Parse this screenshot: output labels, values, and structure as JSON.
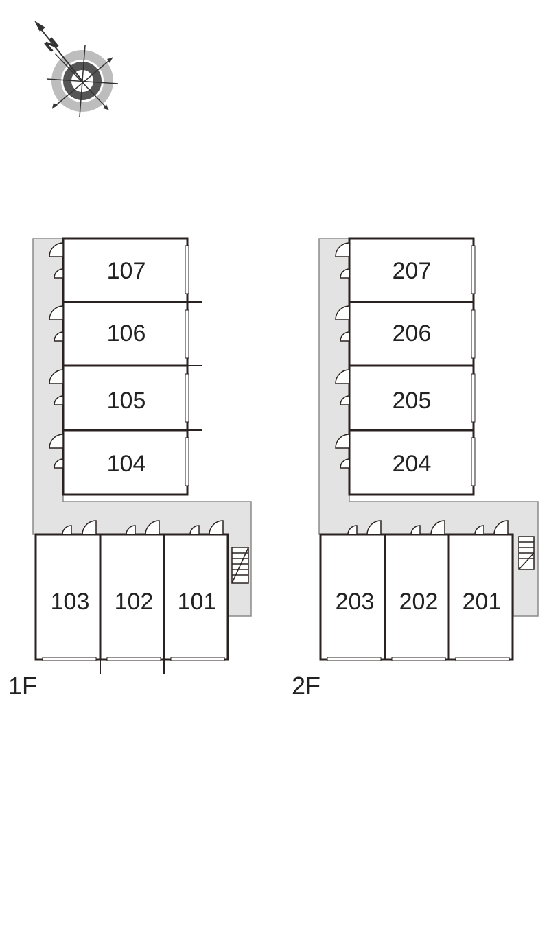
{
  "compass": {
    "north_label": "N",
    "icon": "compass-rose-icon"
  },
  "floors": [
    {
      "id": "1f",
      "label": "1F",
      "upper_rooms": [
        "107",
        "106",
        "105",
        "104"
      ],
      "lower_rooms": [
        "103",
        "102",
        "101"
      ]
    },
    {
      "id": "2f",
      "label": "2F",
      "upper_rooms": [
        "207",
        "206",
        "205",
        "204"
      ],
      "lower_rooms": [
        "203",
        "202",
        "201"
      ]
    }
  ],
  "colors": {
    "wall": "#2a2220",
    "corridor": "#e3e3e3",
    "corridor_edge": "#8a8a8a",
    "background": "#ffffff"
  }
}
